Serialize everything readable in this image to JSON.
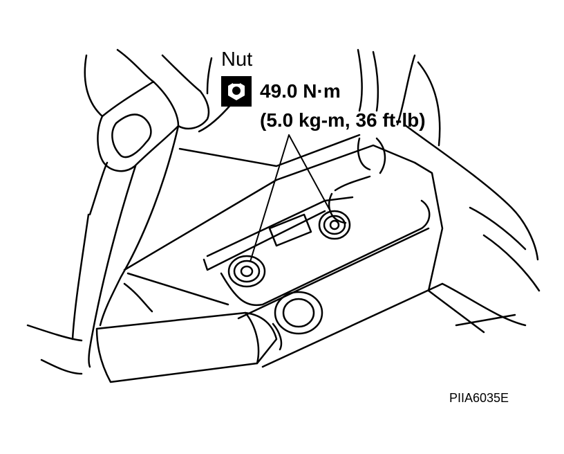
{
  "labels": {
    "nut": "Nut",
    "torque_nm": "49.0 N·m",
    "torque_alt": "(5.0 kg-m, 36 ft-lb)",
    "figure_code": "PIIA6035E"
  },
  "icons": {
    "torque": "torque-wrench-icon"
  },
  "colors": {
    "line": "#000000",
    "background": "#ffffff"
  }
}
